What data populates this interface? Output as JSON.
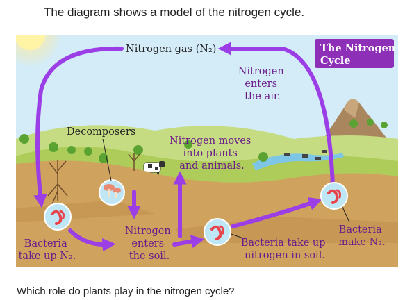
{
  "intro": "The diagram shows a model of the nitrogen cycle.",
  "question": "Which role do plants play in the nitrogen cycle?",
  "diagram": {
    "title": [
      "The Nitrogen",
      "Cycle"
    ],
    "nitrogen_gas": "Nitrogen gas (N₂)",
    "enters_air": [
      "Nitrogen",
      "enters",
      "the air."
    ],
    "decomposers": "Decomposers",
    "moves_into": [
      "Nitrogen moves",
      "into plants",
      "and animals."
    ],
    "bacteria_take_up": [
      "Bacteria",
      "take up N₂."
    ],
    "enters_soil": [
      "Nitrogen",
      "enters",
      "the soil."
    ],
    "take_up_soil": [
      "Bacteria take up",
      "nitrogen in soil."
    ],
    "make_n2": [
      "Bacteria",
      "make N₂."
    ],
    "colors": {
      "arrow": "#9b3ee6",
      "title_bg": "#8e2fb8",
      "sky": "#cfe9f7",
      "hill": "#b9d46a",
      "soil": "#c99a57",
      "bacteria": "#e8434b"
    }
  }
}
